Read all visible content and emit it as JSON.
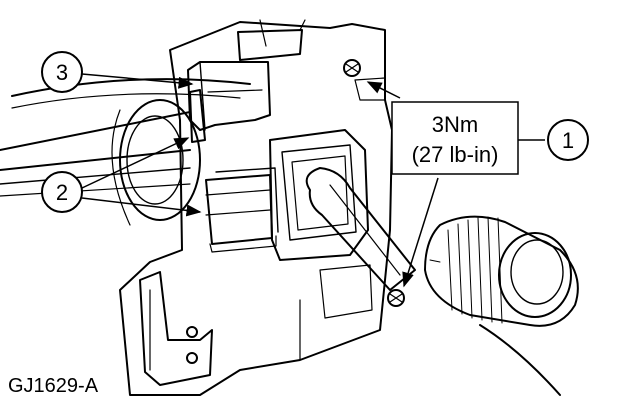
{
  "callouts": [
    {
      "number": "1",
      "target": "bolt-torque"
    },
    {
      "number": "2",
      "target": "multifunction-switch-connectors"
    },
    {
      "number": "3",
      "target": "switch-housing"
    }
  ],
  "torque_label": {
    "line1": "3Nm",
    "line2": "(27 lb-in)"
  },
  "figure_id": "GJ1629-A"
}
